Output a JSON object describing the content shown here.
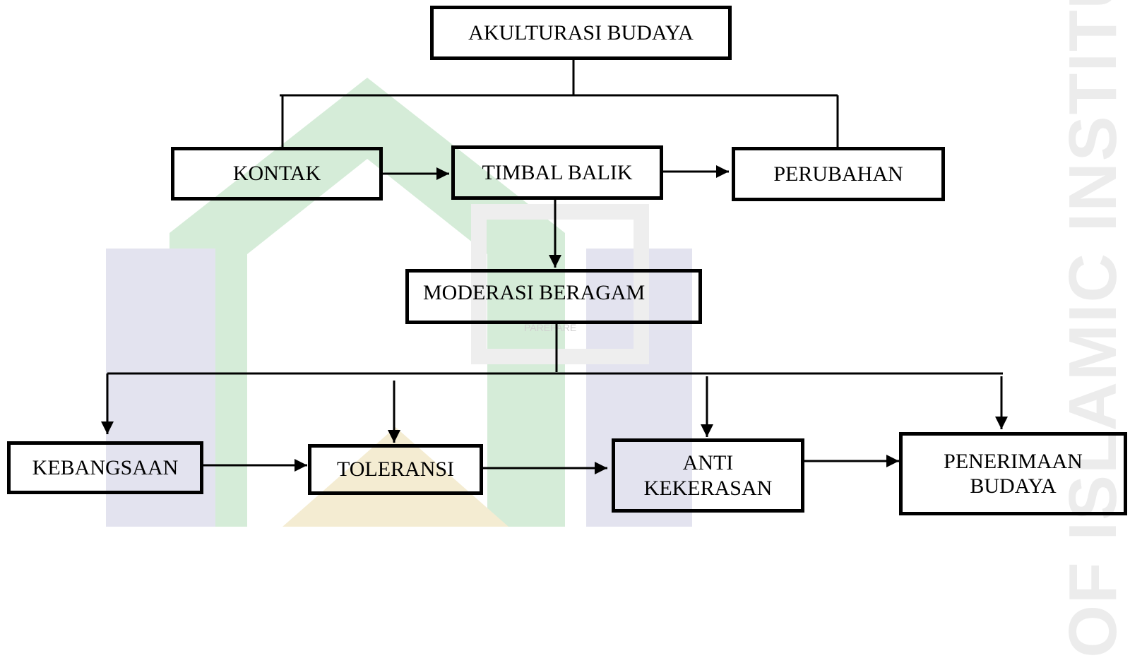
{
  "watermark": {
    "text": "OF ISLAMIC INSTITUTE",
    "small_text": "PAREPARE",
    "colors": {
      "green": "#d5ecd8",
      "gold": "#f4ecd2",
      "blue": "#e3e3ef",
      "grey": "#ececec"
    }
  },
  "diagram": {
    "root": "AKULTURASI BUDAYA",
    "level2": [
      "KONTAK",
      "TIMBAL BALIK",
      "PERUBAHAN"
    ],
    "center": "MODERASI BERAGAM",
    "level4": [
      "KEBANGSAAN",
      "TOLERANSI",
      "ANTI\nKEKERASAN",
      "PENERIMAAN\nBUDAYA"
    ]
  },
  "style": {
    "line_color": "#000000",
    "box_border_color": "#000000"
  }
}
